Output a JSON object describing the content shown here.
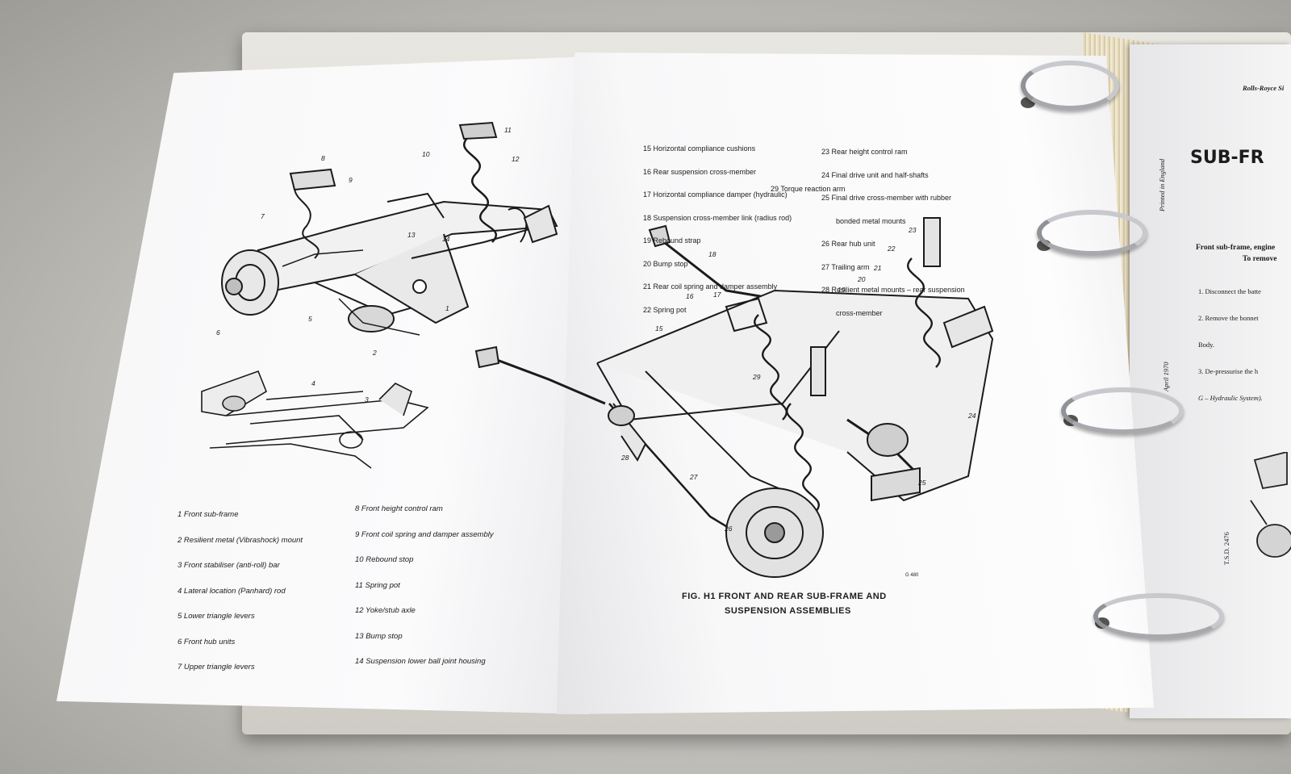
{
  "left_legend_col1": [
    "1 Front sub-frame",
    "2 Resilient metal (Vibrashock) mount",
    "3 Front stabiliser (anti-roll) bar",
    "4 Lateral location (Panhard) rod",
    "5 Lower triangle levers",
    "6 Front hub units",
    "7 Upper triangle levers"
  ],
  "left_legend_col2": [
    "8 Front height control ram",
    "9 Front coil spring and damper assembly",
    "10 Rebound stop",
    "11 Spring pot",
    "12 Yoke/stub axle",
    "13 Bump stop",
    "14 Suspension lower ball joint housing"
  ],
  "right_legend_col1": [
    "15 Horizontal compliance cushions",
    "16 Rear suspension cross-member",
    "17 Horizontal compliance damper (hydraulic)",
    "18 Suspension cross-member link (radius rod)",
    "19 Rebound strap",
    "20 Bump stop",
    "21 Rear coil spring and damper assembly",
    "22 Spring pot"
  ],
  "right_legend_col2": [
    "23 Rear height control ram",
    "24 Final drive unit and half-shafts",
    "25 Final drive cross-member with rubber",
    "bonded metal mounts",
    "26 Rear hub unit",
    "27 Trailing arm",
    "28 Resilient metal mounts – rear suspension",
    "cross-member"
  ],
  "right_legend_extra": "29 Torque reaction arm",
  "caption_line1": "FIG. H1 FRONT AND REAR SUB-FRAME AND",
  "caption_line2": "SUSPENSION ASSEMBLIES",
  "small_ref": "G 480",
  "far_page": {
    "header": "Rolls-Royce Si",
    "title": "SUB-FR",
    "printed": "Printed in England",
    "date": "April 1970",
    "tsd": "T.S.D. 2476",
    "heading1": "Front sub-frame, engine",
    "heading2": "To remove",
    "steps": [
      "1. Disconnect the batte",
      "2. Remove the bonnet",
      "Body.",
      "3. De-pressurise the h",
      "G – Hydraulic System)."
    ]
  },
  "callouts_front": [
    "1",
    "2",
    "3",
    "4",
    "5",
    "6",
    "7",
    "8",
    "9",
    "10",
    "11",
    "12",
    "13",
    "14"
  ],
  "callouts_rear": [
    "15",
    "16",
    "17",
    "18",
    "19",
    "20",
    "21",
    "22",
    "23",
    "24",
    "25",
    "26",
    "27",
    "28",
    "29"
  ]
}
